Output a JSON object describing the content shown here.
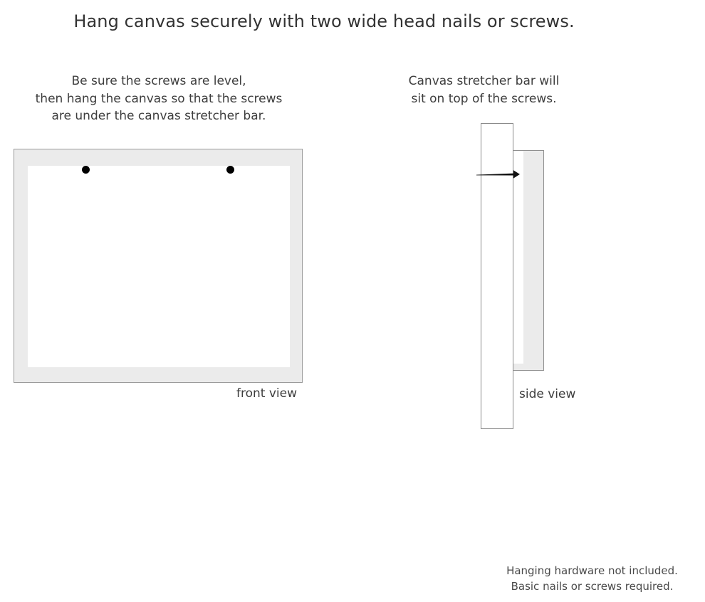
{
  "title": "Hang canvas securely with two wide head nails or screws.",
  "instructions": {
    "left": {
      "lines": [
        "Be sure the screws are level,",
        "then hang the canvas so that the screws",
        "are under the canvas stretcher bar."
      ]
    },
    "right": {
      "lines": [
        "Canvas stretcher bar will",
        "sit on top of the screws."
      ]
    }
  },
  "diagrams": {
    "front": {
      "label": "front view",
      "frame_color": "#ebebeb",
      "frame_border_color": "#9a9a9a",
      "inner_color": "#ffffff",
      "screws": [
        {
          "name": "left-screw",
          "color": "#000000"
        },
        {
          "name": "right-screw",
          "color": "#000000"
        }
      ]
    },
    "side": {
      "label": "side view",
      "canvas_color": "#ebebeb",
      "canvas_border_color": "#8f8f8f",
      "stretcher_bar_color": "#ffffff",
      "stretcher_bar_border_color": "#8a8a8a",
      "nail_color": "#111111"
    }
  },
  "footer": {
    "lines": [
      "Hanging hardware not included.",
      "Basic nails or screws required."
    ]
  }
}
